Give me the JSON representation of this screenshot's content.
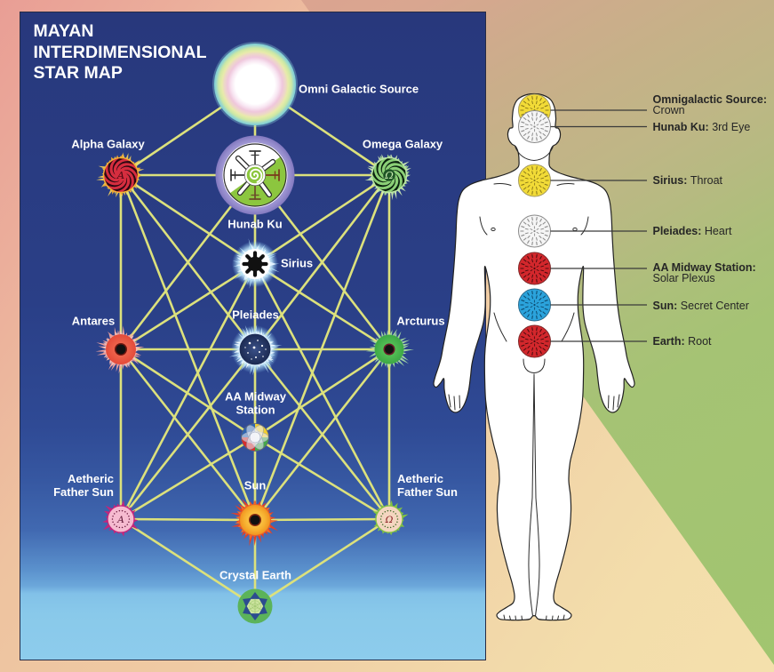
{
  "title": {
    "lines": [
      "MAYAN",
      "INTERDIMENSIONAL",
      "STAR MAP"
    ]
  },
  "star_map": {
    "colors": {
      "connection_line": "#DCE17C",
      "label_text": "#FFFFFF",
      "panel_top": "#28387C",
      "panel_bottom": "#8DCCEC"
    },
    "nodes": [
      {
        "id": "omni-galactic-source",
        "label_lines": [
          "Omni Galactic Source"
        ],
        "icon": "rainbow-orb-icon"
      },
      {
        "id": "alpha-galaxy",
        "label_lines": [
          "Alpha Galaxy"
        ],
        "icon": "red-spiral-galaxy-icon",
        "glyph": "A"
      },
      {
        "id": "omega-galaxy",
        "label_lines": [
          "Omega Galaxy"
        ],
        "icon": "green-spiral-galaxy-icon",
        "glyph": "Ω"
      },
      {
        "id": "hunab-ku",
        "label_lines": [
          "Hunab Ku"
        ],
        "icon": "hunab-ku-glyph-icon"
      },
      {
        "id": "sirius",
        "label_lines": [
          "Sirius"
        ],
        "icon": "glowing-black-sun-icon"
      },
      {
        "id": "antares",
        "label_lines": [
          "Antares"
        ],
        "icon": "red-star-icon"
      },
      {
        "id": "pleiades",
        "label_lines": [
          "Pleiades"
        ],
        "icon": "star-cluster-icon"
      },
      {
        "id": "arcturus",
        "label_lines": [
          "Arcturus"
        ],
        "icon": "green-star-icon"
      },
      {
        "id": "aa-midway-station",
        "label_lines": [
          "AA Midway",
          "Station"
        ],
        "icon": "quartered-sphere-icon"
      },
      {
        "id": "aetheric-father-sun-left",
        "label_lines": [
          "Aetheric",
          "Father Sun"
        ],
        "icon": "pink-alpha-sun-icon",
        "glyph": "A"
      },
      {
        "id": "sun",
        "label_lines": [
          "Sun"
        ],
        "icon": "orange-sun-icon"
      },
      {
        "id": "aetheric-father-sun-right",
        "label_lines": [
          "Aetheric",
          "Father Sun"
        ],
        "icon": "green-omega-sun-icon",
        "glyph": "Ω"
      },
      {
        "id": "crystal-earth",
        "label_lines": [
          "Crystal Earth"
        ],
        "icon": "crystal-earth-icon"
      }
    ],
    "edges": [
      [
        "omni-galactic-source",
        "alpha-galaxy"
      ],
      [
        "omni-galactic-source",
        "omega-galaxy"
      ],
      [
        "omni-galactic-source",
        "hunab-ku"
      ],
      [
        "alpha-galaxy",
        "hunab-ku"
      ],
      [
        "hunab-ku",
        "omega-galaxy"
      ],
      [
        "hunab-ku",
        "sirius"
      ],
      [
        "sirius",
        "pleiades"
      ],
      [
        "pleiades",
        "aa-midway-station"
      ],
      [
        "aa-midway-station",
        "sun"
      ],
      [
        "sun",
        "crystal-earth"
      ],
      [
        "alpha-galaxy",
        "antares"
      ],
      [
        "antares",
        "aetheric-father-sun-left"
      ],
      [
        "omega-galaxy",
        "arcturus"
      ],
      [
        "arcturus",
        "aetheric-father-sun-right"
      ],
      [
        "antares",
        "pleiades"
      ],
      [
        "pleiades",
        "arcturus"
      ],
      [
        "aetheric-father-sun-left",
        "sun"
      ],
      [
        "sun",
        "aetheric-father-sun-right"
      ],
      [
        "aetheric-father-sun-left",
        "crystal-earth"
      ],
      [
        "aetheric-father-sun-right",
        "crystal-earth"
      ],
      [
        "alpha-galaxy",
        "sirius"
      ],
      [
        "sirius",
        "arcturus"
      ],
      [
        "omega-galaxy",
        "sirius"
      ],
      [
        "sirius",
        "antares"
      ],
      [
        "alpha-galaxy",
        "pleiades"
      ],
      [
        "pleiades",
        "aetheric-father-sun-right"
      ],
      [
        "omega-galaxy",
        "pleiades"
      ],
      [
        "pleiades",
        "aetheric-father-sun-left"
      ],
      [
        "alpha-galaxy",
        "sun"
      ],
      [
        "omega-galaxy",
        "sun"
      ],
      [
        "antares",
        "hunab-ku"
      ],
      [
        "arcturus",
        "hunab-ku"
      ],
      [
        "sirius",
        "aetheric-father-sun-left"
      ],
      [
        "sirius",
        "aetheric-father-sun-right"
      ],
      [
        "antares",
        "aa-midway-station"
      ],
      [
        "arcturus",
        "aa-midway-station"
      ],
      [
        "antares",
        "sun"
      ],
      [
        "arcturus",
        "sun"
      ],
      [
        "aa-midway-station",
        "aetheric-father-sun-left"
      ],
      [
        "aa-midway-station",
        "aetheric-father-sun-right"
      ]
    ]
  },
  "chakra_chart": {
    "leader_color": "#3A3A3A",
    "items": [
      {
        "id": "crown",
        "source_label": "Omnigalactic Source:",
        "chakra_label": "Crown",
        "fill": "#F2DB37",
        "pattern": "#8F7D1C",
        "outline": "#A59B62"
      },
      {
        "id": "third-eye",
        "source_label": "Hunab Ku:",
        "chakra_label": "3rd Eye",
        "fill": "#F5F5F5",
        "pattern": "#8C8C8C",
        "outline": "#8A8A8A"
      },
      {
        "id": "throat",
        "source_label": "Sirius:",
        "chakra_label": "Throat",
        "fill": "#F2DB37",
        "pattern": "#8F7D1C",
        "outline": "#A59B62"
      },
      {
        "id": "heart",
        "source_label": "Pleiades:",
        "chakra_label": "Heart",
        "fill": "#F5F5F5",
        "pattern": "#8C8C8C",
        "outline": "#8A8A8A"
      },
      {
        "id": "solar-plexus",
        "source_label": "AA Midway Station:",
        "chakra_label": "Solar Plexus",
        "fill": "#D3272C",
        "pattern": "#4E0D10",
        "outline": "#7E2A2A"
      },
      {
        "id": "secret-center",
        "source_label": "Sun:",
        "chakra_label": "Secret Center",
        "fill": "#2BA3DC",
        "pattern": "#0E4C70",
        "outline": "#2C6B8D"
      },
      {
        "id": "root",
        "source_label": "Earth:",
        "chakra_label": "Root",
        "fill": "#D3272C",
        "pattern": "#4E0D10",
        "outline": "#7E2A2A"
      }
    ]
  }
}
